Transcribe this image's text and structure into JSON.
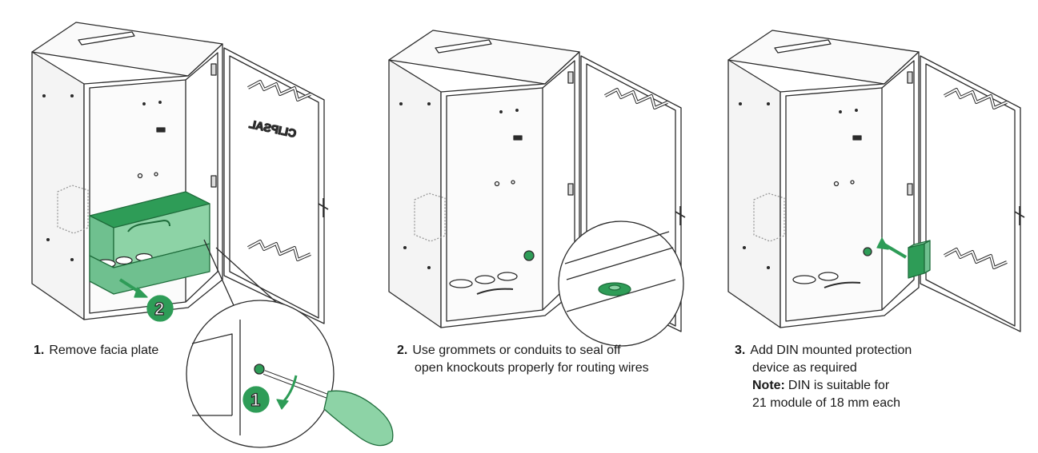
{
  "colors": {
    "accent": "#2e9c57",
    "accent_light": "#8dd3a6",
    "line": "#2b2b2b"
  },
  "brand_mark": "CLIPSAL",
  "steps": [
    {
      "number": "1.",
      "text": "Remove facia plate"
    },
    {
      "number": "2.",
      "text_line1": "Use grommets or conduits to seal off",
      "text_line2": "open knockouts properly for routing wires"
    },
    {
      "number": "3.",
      "text_line1": "Add DIN mounted protection",
      "text_line2": "device as required",
      "note_label": "Note:",
      "note_line1": "DIN is suitable for",
      "note_line2": "21 module of 18 mm each"
    }
  ],
  "badges": {
    "first": "1",
    "second": "2"
  },
  "icons": [
    "screwdriver-icon",
    "grommet-icon",
    "din-module-icon",
    "rotation-arrow-icon",
    "direction-arrow-icon"
  ]
}
